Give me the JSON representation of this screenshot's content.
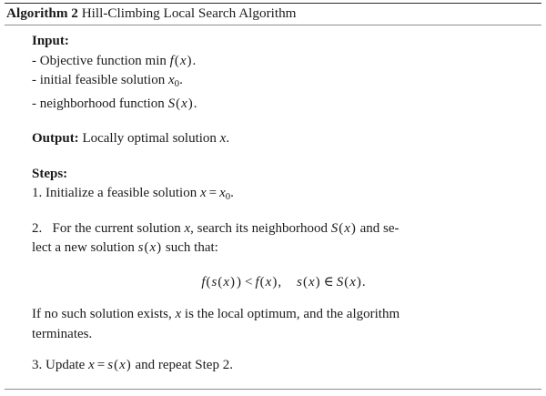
{
  "document": {
    "type": "algorithm-float",
    "caption": {
      "label": "Algorithm 2",
      "title": "Hill-Climbing Local Search Algorithm"
    },
    "sections": {
      "input": {
        "heading": "Input:",
        "items": [
          {
            "prefix": "- Objective function ",
            "roman": "min",
            "math": "f(x)",
            "suffix": "."
          },
          {
            "prefix": "- initial feasible solution ",
            "math": "x_0",
            "suffix": "."
          },
          {
            "prefix": "- neighborhood function ",
            "math": "S(x)",
            "suffix": "."
          }
        ]
      },
      "output": {
        "heading": "Output:",
        "text_before": " Locally optimal solution ",
        "math": "x",
        "text_after": "."
      },
      "steps": {
        "heading": "Steps:",
        "step1": {
          "number": "1.",
          "text_before": " Initialize a feasible solution ",
          "math": "x = x_0",
          "text_after": "."
        },
        "step2": {
          "number": "2.",
          "line1_a": "For the current solution ",
          "line1_math1": "x",
          "line1_b": ", search its neighborhood ",
          "line1_math2": "S(x)",
          "line1_c": " and se-",
          "line2_a": "lect a new solution ",
          "line2_math": "s(x)",
          "line2_b": " such that:"
        },
        "equation": {
          "lhs": "f(s(x))",
          "relation": "<",
          "rhs": "f(x)",
          "comma": ",",
          "member_lhs": "s(x)",
          "member_relation": "∈",
          "member_rhs": "S(x)",
          "period": "."
        },
        "note": {
          "line1_a": "If no such solution exists, ",
          "line1_math": "x",
          "line1_b": " is the local optimum, and the algorithm",
          "line2": "terminates."
        },
        "step3": {
          "number": "3.",
          "text_before": " Update ",
          "math": "x = s(x)",
          "text_after": " and repeat Step 2."
        }
      }
    }
  }
}
